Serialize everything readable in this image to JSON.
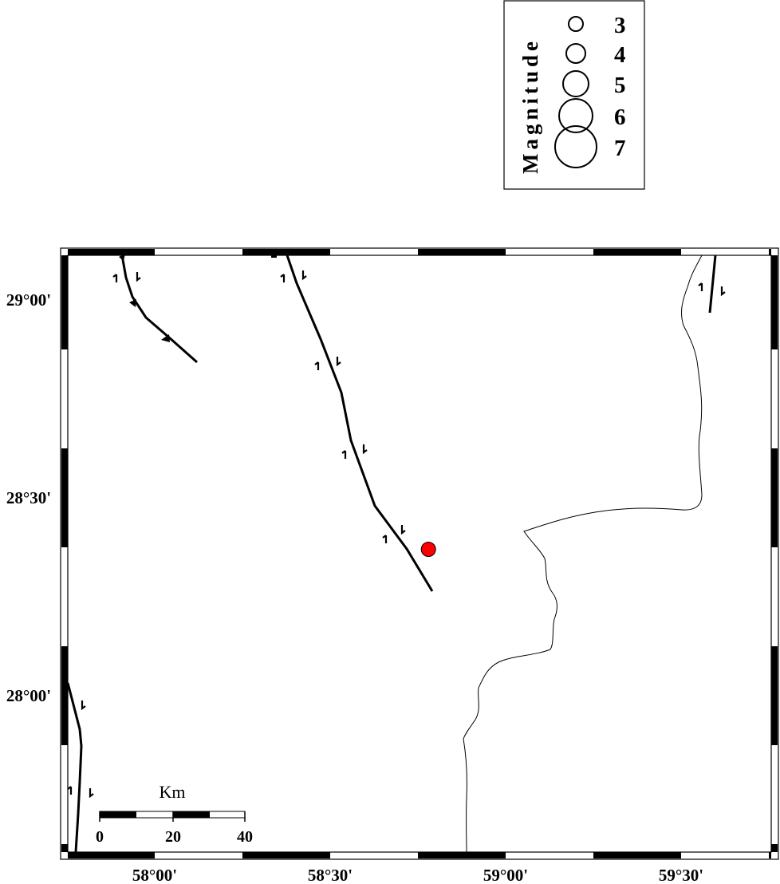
{
  "legend": {
    "title": "Magnitude",
    "entries": [
      {
        "magnitude": 3,
        "label": "3"
      },
      {
        "magnitude": 4,
        "label": "4"
      },
      {
        "magnitude": 5,
        "label": "5"
      },
      {
        "magnitude": 6,
        "label": "6"
      },
      {
        "magnitude": 7,
        "label": "7"
      }
    ]
  },
  "map": {
    "lon_ticks": [
      {
        "lon": 58.0,
        "label": "58°00'"
      },
      {
        "lon": 58.5,
        "label": "58°30'"
      },
      {
        "lon": 59.0,
        "label": "59°00'"
      },
      {
        "lon": 59.5,
        "label": "59°30'"
      }
    ],
    "lat_ticks": [
      {
        "lat": 29.0,
        "label": "29°00'"
      },
      {
        "lat": 28.5,
        "label": "28°30'"
      },
      {
        "lat": 28.0,
        "label": "28°00'"
      }
    ],
    "epicenter": {
      "lon": 58.78,
      "lat": 28.37,
      "color": "#ff0000"
    }
  },
  "scale_bar": {
    "unit_label": "Km",
    "tick_labels": [
      "0",
      "20",
      "40"
    ]
  },
  "colors": {
    "frame": "#000000",
    "fault": "#000000",
    "border": "#000000",
    "epicenter": "#ff0000"
  }
}
